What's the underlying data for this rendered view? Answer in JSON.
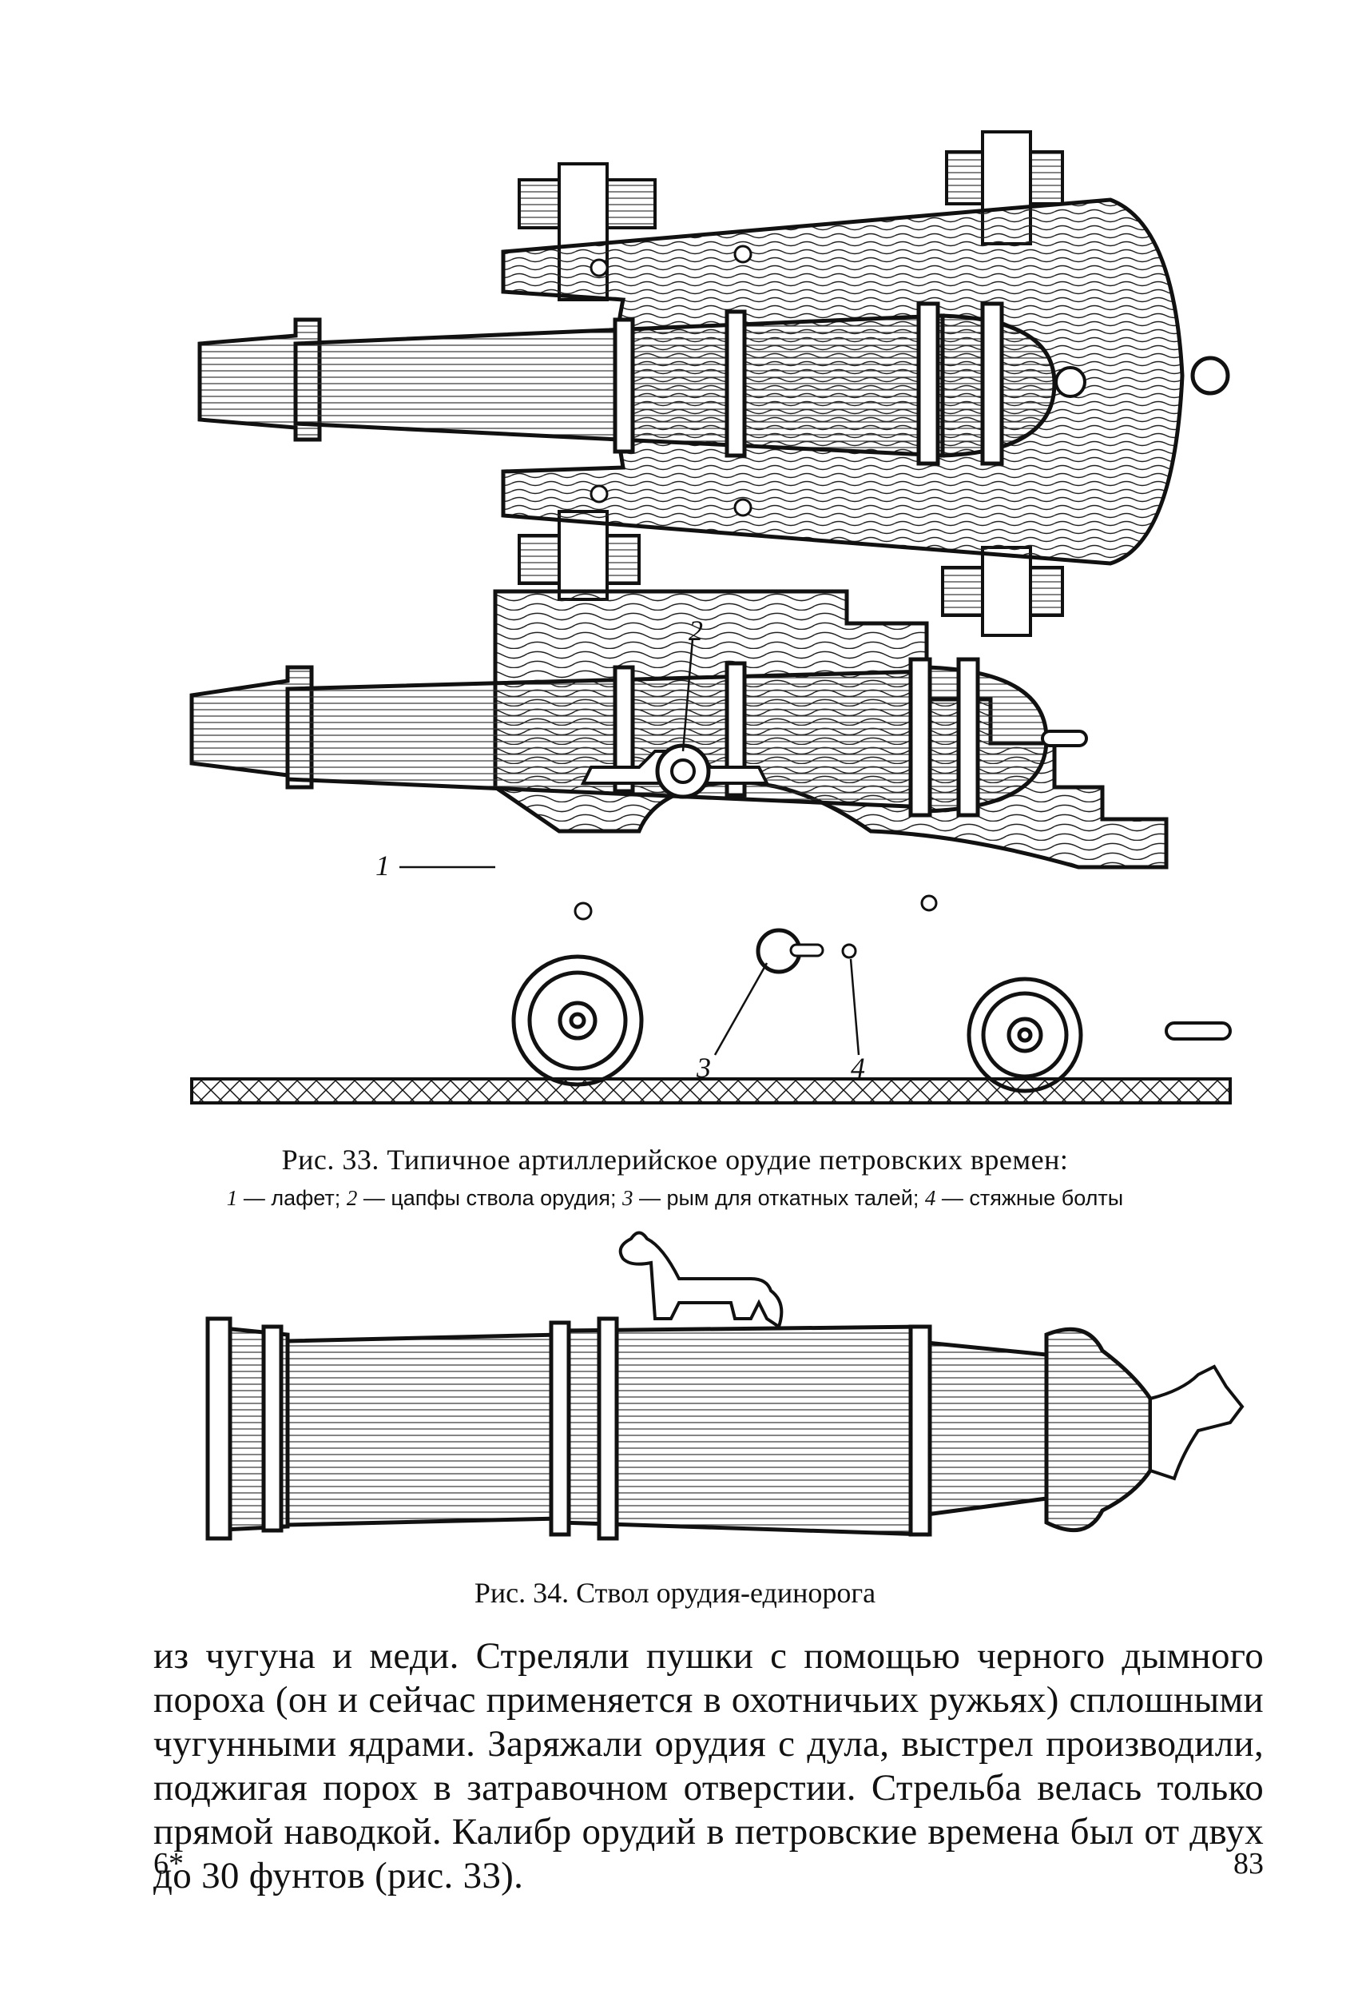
{
  "figure33": {
    "callouts": [
      "1",
      "2",
      "3",
      "4"
    ],
    "caption_title": "Рис. 33. Типичное артиллерийское орудие петровских времен:",
    "legend": [
      {
        "num": "1",
        "text": "— лафет;"
      },
      {
        "num": "2",
        "text": "— цапфы ствола орудия;"
      },
      {
        "num": "3",
        "text": "— рым для откатных талей;"
      },
      {
        "num": "4",
        "text": "— стяжные болты"
      }
    ]
  },
  "figure34": {
    "caption": "Рис. 34. Ствол орудия-единорога"
  },
  "body_text": "из чугуна и меди. Стреляли пушки с помощью черного дымного пороха (он и сейчас применяется в охотничьих ружьях) сплошными чугунными ядрами. Заряжали орудия с дула, выстрел производили, поджигая порох в затравочном отверстии. Стрельба велась только прямой наводкой. Калибр орудий в петровские времена был от двух до 30 фунтов (рис. 33).",
  "folio": {
    "signature": "6*",
    "page_number": "83"
  }
}
